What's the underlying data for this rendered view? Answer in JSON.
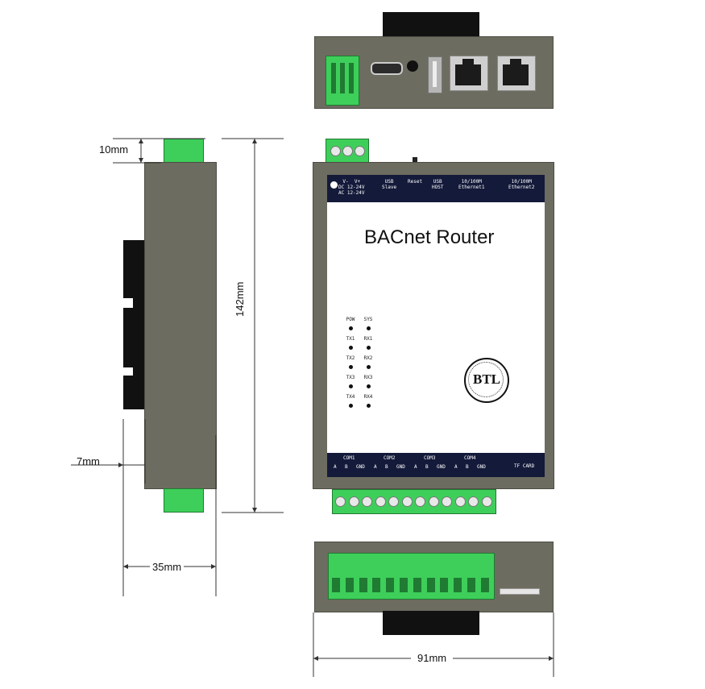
{
  "dimensions": {
    "height_top_clip": "10mm",
    "height_total": "142mm",
    "depth_rail": "7mm",
    "depth_total": "35mm",
    "width_total": "91mm"
  },
  "device": {
    "title": "BACnet Router",
    "top_labels": {
      "power": "V-  V+\nDC 12-24V\nAC 12-24V",
      "usb_slave": "USB\nSlave",
      "reset": "Reset",
      "usb_host": "USB\nHOST",
      "eth1": "10/100M\nEthernet1",
      "eth2": "10/100M\nEthernet2"
    },
    "leds": [
      [
        "POW",
        "SYS"
      ],
      [
        "TX1",
        "RX1"
      ],
      [
        "TX2",
        "RX2"
      ],
      [
        "TX3",
        "RX3"
      ],
      [
        "TX4",
        "RX4"
      ]
    ],
    "com_ports": [
      {
        "name": "COM1",
        "pins": [
          "A",
          "B",
          "GND"
        ]
      },
      {
        "name": "COM2",
        "pins": [
          "A",
          "B",
          "GND"
        ]
      },
      {
        "name": "COM3",
        "pins": [
          "A",
          "B",
          "GND"
        ]
      },
      {
        "name": "COM4",
        "pins": [
          "A",
          "B",
          "GND"
        ]
      }
    ],
    "tf_card": "TF CARD",
    "logo_text": "BTL"
  },
  "colors": {
    "body_gray": "#6d6c60",
    "terminal_green": "#3ecf5a",
    "panel_navy": "#141a3a",
    "rail_black": "#111111"
  }
}
